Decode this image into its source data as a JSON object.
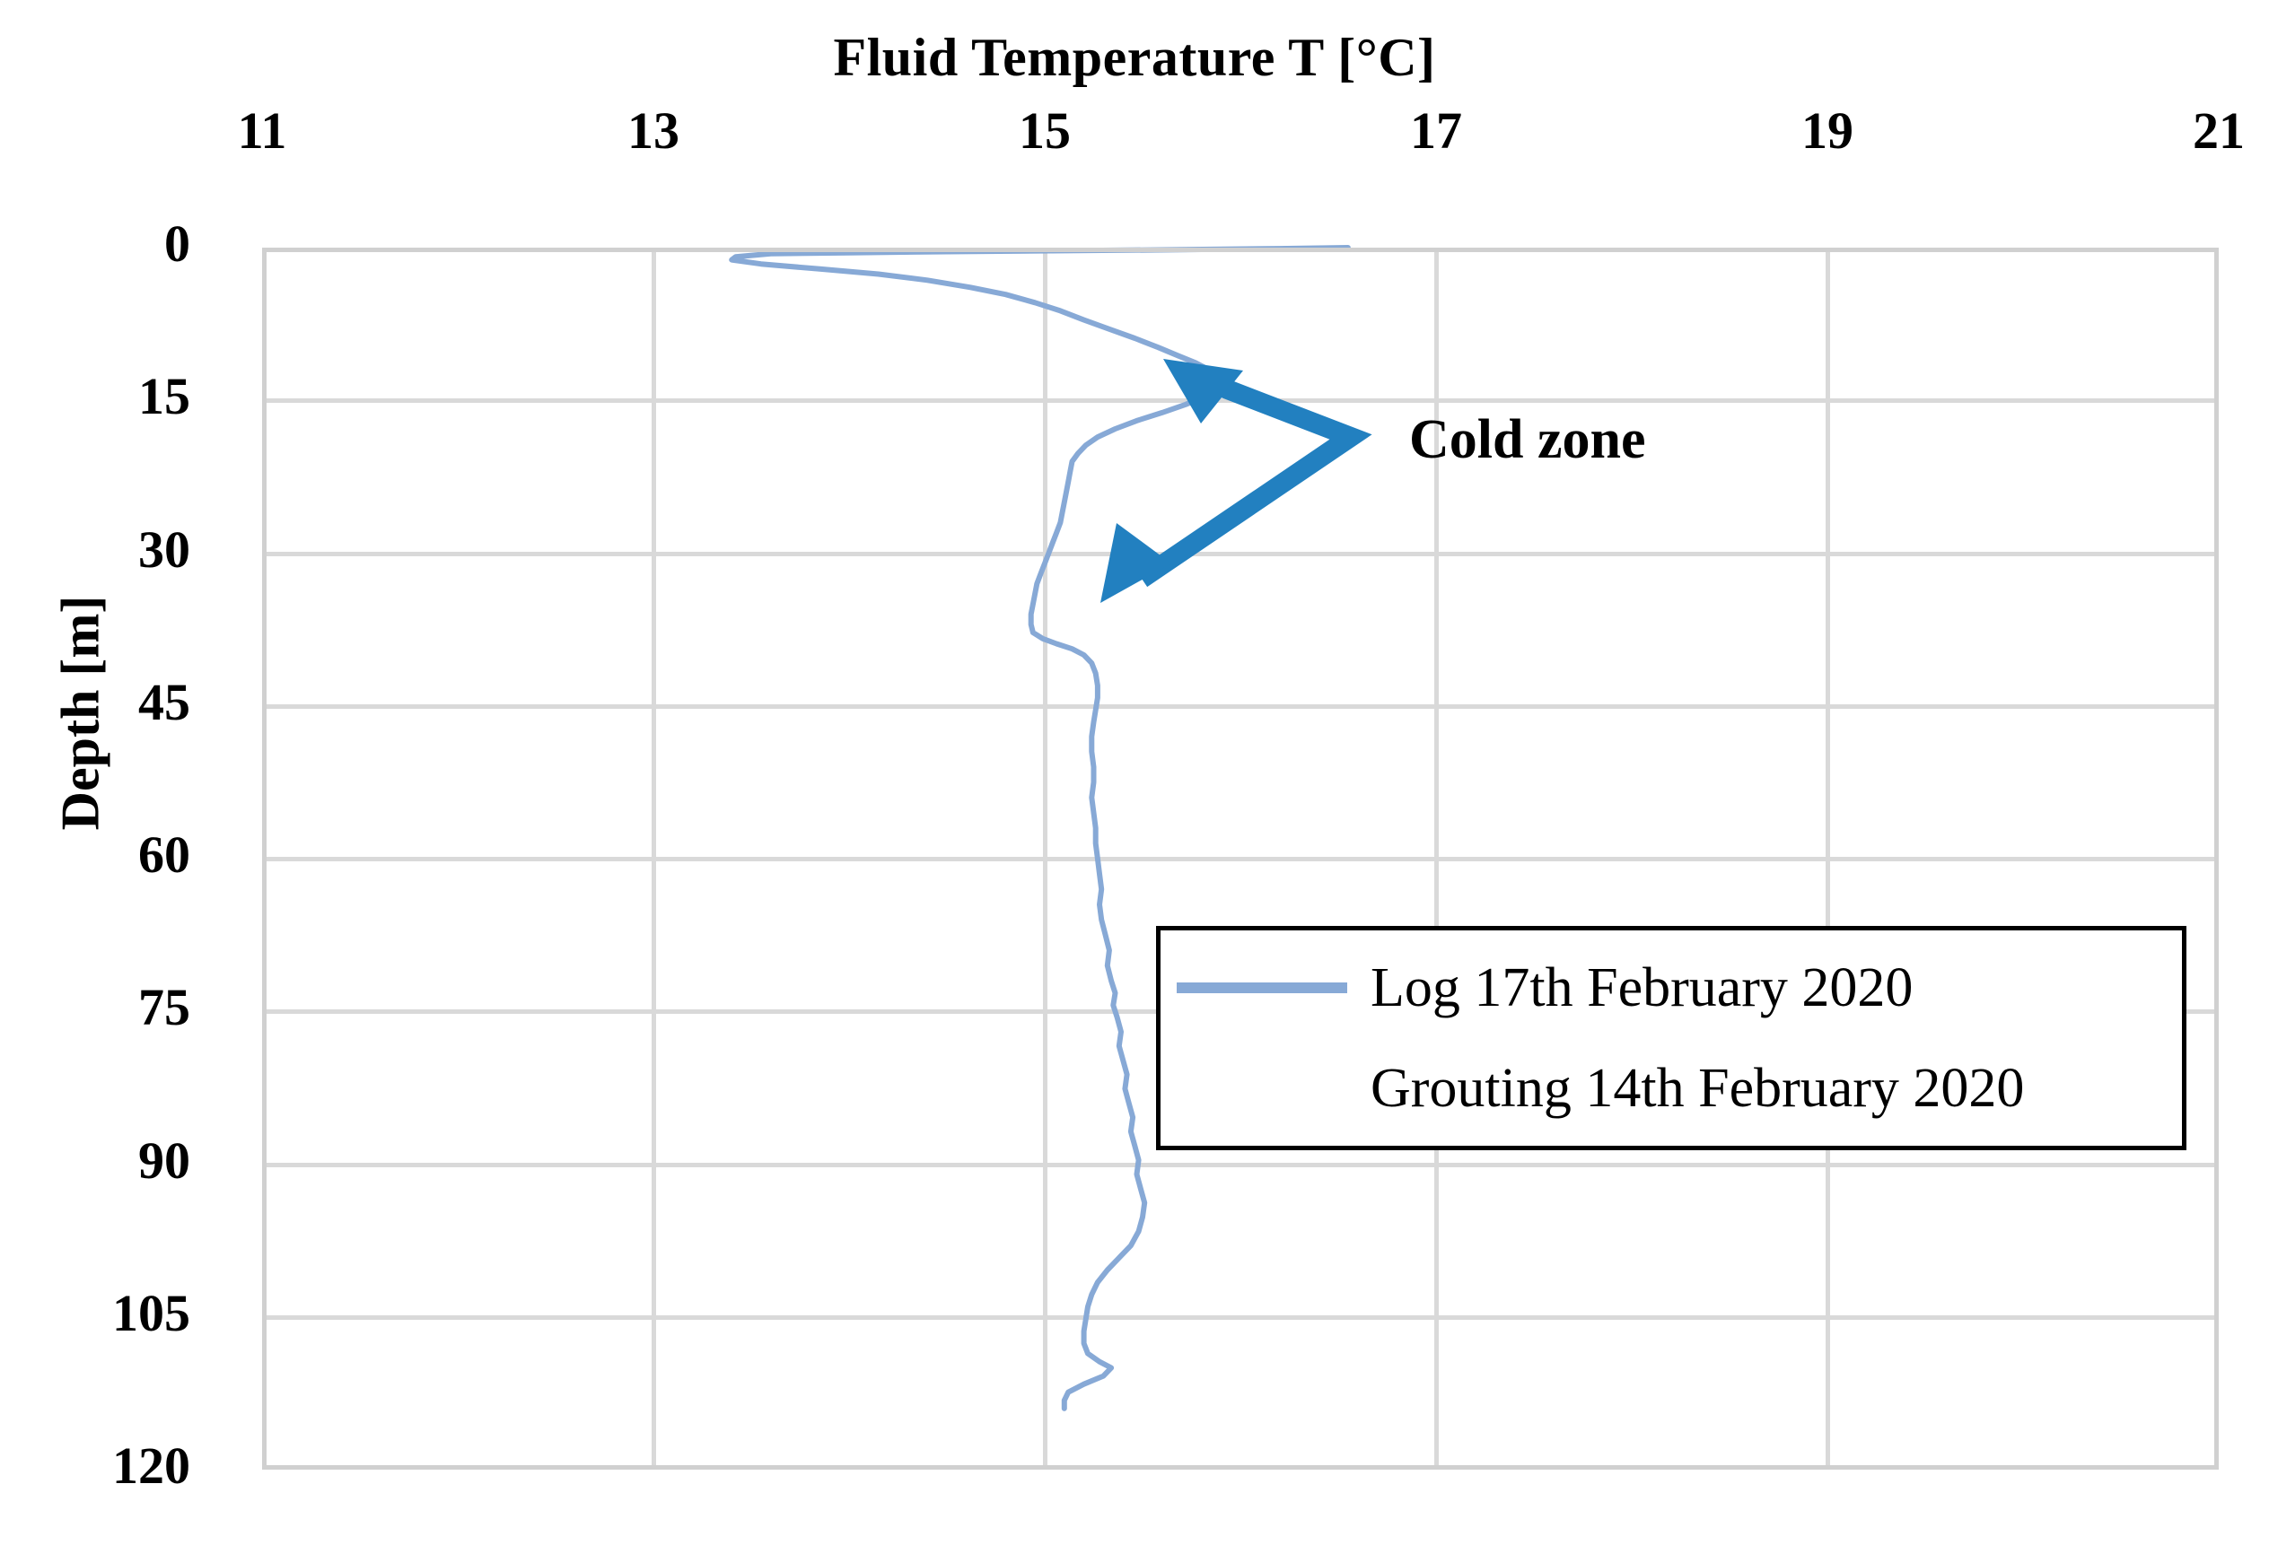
{
  "chart_data": {
    "type": "line",
    "title": "Fluid Temperature T [°C]",
    "xlabel": "Fluid Temperature T [°C]",
    "ylabel": "Depth [m]",
    "xlim": [
      11,
      21
    ],
    "ylim": [
      0,
      120
    ],
    "y_inverted": true,
    "xticks": [
      "11",
      "13",
      "15",
      "17",
      "19",
      "21"
    ],
    "xtick_values": [
      11,
      13,
      15,
      17,
      19,
      21
    ],
    "yticks": [
      "0",
      "15",
      "30",
      "45",
      "60",
      "75",
      "90",
      "105",
      "120"
    ],
    "ytick_values": [
      0,
      15,
      30,
      45,
      60,
      75,
      90,
      105,
      120
    ],
    "grid": true,
    "legend_position": "center-right-inside",
    "legend": [
      {
        "label": "Log 17th February 2020",
        "has_line": true,
        "color": "#87A9D6"
      },
      {
        "label": "Grouting 14th February 2020",
        "has_line": false,
        "color": ""
      }
    ],
    "annotations": [
      {
        "text": "Cold zone",
        "type": "double-arrow",
        "color": "#2280C0",
        "points_to_depth_range": [
          11,
          32
        ],
        "label_x_temp": 17.1,
        "label_y_depth": 18
      }
    ],
    "series": [
      {
        "name": "Log 17th February 2020",
        "color": "#87A9D6",
        "x_label": "Temperature [°C]",
        "y_label": "Depth [m]",
        "points": [
          [
            16.55,
            0.0
          ],
          [
            16.2,
            0.1
          ],
          [
            15.7,
            0.2
          ],
          [
            15.1,
            0.3
          ],
          [
            14.5,
            0.4
          ],
          [
            14.0,
            0.5
          ],
          [
            13.6,
            0.6
          ],
          [
            13.42,
            0.9
          ],
          [
            13.4,
            1.2
          ],
          [
            13.55,
            1.6
          ],
          [
            13.85,
            2.1
          ],
          [
            14.15,
            2.6
          ],
          [
            14.4,
            3.2
          ],
          [
            14.62,
            3.9
          ],
          [
            14.8,
            4.6
          ],
          [
            14.95,
            5.4
          ],
          [
            15.08,
            6.2
          ],
          [
            15.2,
            7.1
          ],
          [
            15.33,
            8.0
          ],
          [
            15.46,
            8.9
          ],
          [
            15.58,
            9.8
          ],
          [
            15.68,
            10.6
          ],
          [
            15.77,
            11.3
          ],
          [
            15.84,
            12.0
          ],
          [
            15.88,
            12.6
          ],
          [
            15.9,
            13.2
          ],
          [
            15.88,
            13.9
          ],
          [
            15.82,
            14.6
          ],
          [
            15.72,
            15.4
          ],
          [
            15.6,
            16.2
          ],
          [
            15.47,
            17.0
          ],
          [
            15.36,
            17.8
          ],
          [
            15.27,
            18.6
          ],
          [
            15.21,
            19.4
          ],
          [
            15.17,
            20.2
          ],
          [
            15.14,
            21.0
          ],
          [
            15.13,
            22.0
          ],
          [
            15.12,
            23.0
          ],
          [
            15.11,
            24.0
          ],
          [
            15.1,
            25.0
          ],
          [
            15.09,
            26.0
          ],
          [
            15.08,
            27.0
          ],
          [
            15.06,
            28.0
          ],
          [
            15.04,
            29.0
          ],
          [
            15.02,
            30.0
          ],
          [
            15.0,
            31.0
          ],
          [
            14.98,
            32.0
          ],
          [
            14.96,
            33.0
          ],
          [
            14.95,
            34.0
          ],
          [
            14.94,
            35.0
          ],
          [
            14.93,
            36.0
          ],
          [
            14.93,
            37.0
          ],
          [
            14.94,
            37.8
          ],
          [
            14.99,
            38.4
          ],
          [
            15.06,
            38.9
          ],
          [
            15.14,
            39.4
          ],
          [
            15.2,
            40.0
          ],
          [
            15.24,
            40.8
          ],
          [
            15.26,
            41.8
          ],
          [
            15.27,
            43.0
          ],
          [
            15.27,
            44.2
          ],
          [
            15.26,
            45.4
          ],
          [
            15.25,
            46.6
          ],
          [
            15.24,
            48.0
          ],
          [
            15.24,
            49.5
          ],
          [
            15.25,
            51.0
          ],
          [
            15.25,
            52.5
          ],
          [
            15.24,
            54.0
          ],
          [
            15.25,
            55.5
          ],
          [
            15.26,
            57.0
          ],
          [
            15.26,
            58.5
          ],
          [
            15.27,
            60.0
          ],
          [
            15.28,
            61.5
          ],
          [
            15.29,
            63.0
          ],
          [
            15.28,
            64.5
          ],
          [
            15.29,
            66.0
          ],
          [
            15.31,
            67.5
          ],
          [
            15.33,
            69.0
          ],
          [
            15.32,
            70.5
          ],
          [
            15.34,
            72.0
          ],
          [
            15.36,
            73.2
          ],
          [
            15.35,
            74.4
          ],
          [
            15.37,
            75.6
          ],
          [
            15.39,
            77.0
          ],
          [
            15.38,
            78.4
          ],
          [
            15.4,
            79.8
          ],
          [
            15.42,
            81.2
          ],
          [
            15.41,
            82.6
          ],
          [
            15.43,
            84.0
          ],
          [
            15.45,
            85.4
          ],
          [
            15.44,
            86.8
          ],
          [
            15.46,
            88.2
          ],
          [
            15.48,
            89.6
          ],
          [
            15.47,
            91.0
          ],
          [
            15.49,
            92.4
          ],
          [
            15.51,
            93.8
          ],
          [
            15.5,
            95.2
          ],
          [
            15.48,
            96.6
          ],
          [
            15.44,
            98.0
          ],
          [
            15.38,
            99.2
          ],
          [
            15.32,
            100.4
          ],
          [
            15.27,
            101.6
          ],
          [
            15.24,
            102.8
          ],
          [
            15.22,
            104.0
          ],
          [
            15.21,
            105.2
          ],
          [
            15.2,
            106.4
          ],
          [
            15.2,
            107.6
          ],
          [
            15.22,
            108.6
          ],
          [
            15.28,
            109.4
          ],
          [
            15.34,
            110.0
          ],
          [
            15.3,
            110.8
          ],
          [
            15.2,
            111.6
          ],
          [
            15.12,
            112.4
          ],
          [
            15.1,
            113.2
          ],
          [
            15.1,
            114.0
          ]
        ]
      }
    ]
  },
  "colors": {
    "series_line": "#87A9D6",
    "annotation": "#2280C0",
    "grid": "#d9d9d9",
    "axis_border": "#d0d0d0",
    "text": "#000000"
  }
}
